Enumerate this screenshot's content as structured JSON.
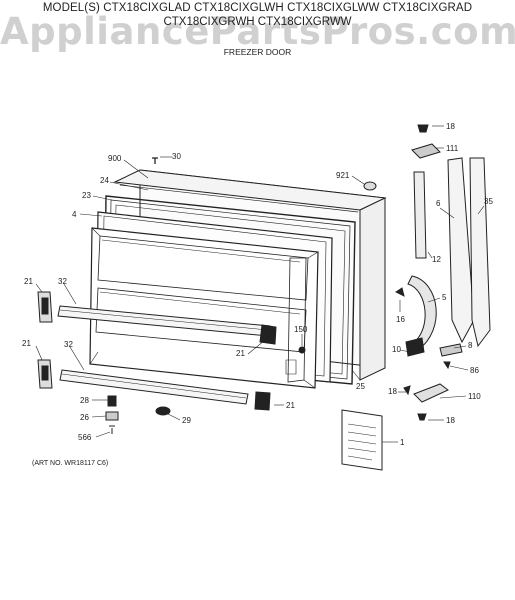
{
  "header": {
    "line1": "MODEL(S) CTX18CIXGLAD  CTX18CIXGLWH  CTX18CIXGLWW  CTX18CIXGRAD",
    "line2": "CTX18CIXGRWH  CTX18CIXGRWW",
    "section": "FREEZER DOOR"
  },
  "watermark": "AppliancePartsPros.com",
  "footer": {
    "art_no": "(ART NO. WR18117 C6)"
  },
  "callouts": {
    "c900": "900",
    "c30": "30",
    "c24": "24",
    "c23": "23",
    "c4": "4",
    "c921": "921",
    "c18a": "18",
    "c111": "111",
    "c6": "6",
    "c35": "35",
    "c12": "12",
    "c5": "5",
    "c16": "16",
    "c21a": "21",
    "c32a": "32",
    "c21b": "21",
    "c32b": "32",
    "c150": "150",
    "c21c": "21",
    "c25": "25",
    "c10": "10",
    "c8": "8",
    "c86": "86",
    "c18b": "18",
    "c110": "110",
    "c18c": "18",
    "c28": "28",
    "c26": "26",
    "c566": "566",
    "c29": "29",
    "c21d": "21",
    "c1": "1"
  }
}
